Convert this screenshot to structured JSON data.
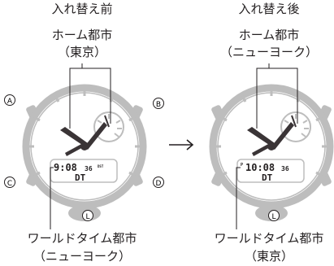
{
  "before": {
    "heading": "入れ替え前",
    "home_line1": "ホーム都市",
    "home_line2": "（東京）",
    "world_line1": "ワールドタイム都市",
    "world_line2": "（ニューヨーク）",
    "lcd_time": "9:08",
    "lcd_seconds": "36",
    "lcd_indicator": "DST",
    "lcd_mode": "DT"
  },
  "after": {
    "heading": "入れ替え後",
    "home_line1": "ホーム都市",
    "home_line2": "（ニューヨーク）",
    "world_line1": "ワールドタイム都市",
    "world_line2": "（東京）",
    "lcd_prefix": "P",
    "lcd_time": "10:08",
    "lcd_seconds": "36",
    "lcd_mode": "DT"
  },
  "buttons": {
    "a": "A",
    "b": "B",
    "c": "C",
    "d": "D",
    "l": "L"
  },
  "arrow": "→",
  "colors": {
    "ink": "#231f20",
    "bezel": "#bdbdbd",
    "dial_fill": "#ffffff",
    "hand": "#3a3436"
  }
}
